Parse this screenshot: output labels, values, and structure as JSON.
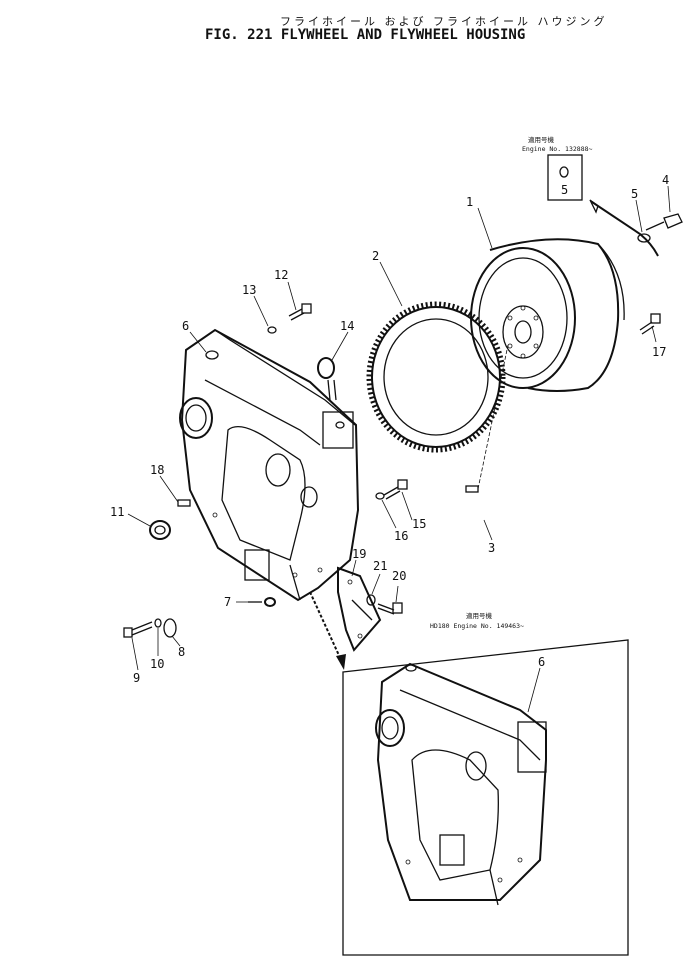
{
  "title_jp": "フライホイール および フライホイール ハウジング",
  "title_en": "FIG. 221 FLYWHEEL AND FLYWHEEL HOUSING",
  "notes": {
    "note1_jp": "適用号機",
    "note1_en": "Engine No. 132888~",
    "note2_jp": "適用号機",
    "note2_en": "HD180 Engine No. 149463~"
  },
  "labels": {
    "p1": "1",
    "p2": "2",
    "p3": "3",
    "p4": "4",
    "p5a": "5",
    "p5b": "5",
    "p6a": "6",
    "p6b": "6",
    "p7": "7",
    "p8": "8",
    "p9": "9",
    "p10": "10",
    "p11": "11",
    "p12": "12",
    "p13": "13",
    "p14": "14",
    "p15": "15",
    "p16": "16",
    "p17": "17",
    "p18": "18",
    "p19": "19",
    "p20": "20",
    "p21": "21"
  }
}
